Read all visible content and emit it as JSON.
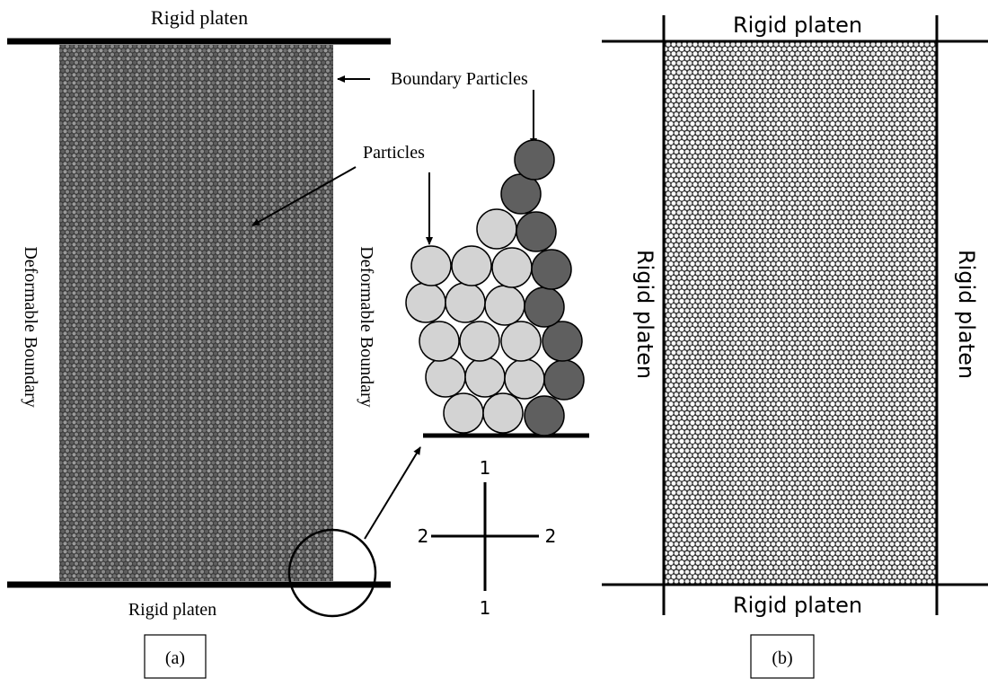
{
  "panel_a": {
    "top_platen_label": "Rigid platen",
    "bottom_platen_label": "Rigid platen",
    "boundary_particles_label": "Boundary Particles",
    "particles_label": "Particles",
    "left_boundary_label": "Deformable Boundary",
    "right_boundary_label": "Deformable Boundary",
    "caption": "(a)",
    "axes": {
      "top": "1",
      "bottom": "1",
      "left": "2",
      "right": "2"
    }
  },
  "panel_b": {
    "top_label": "Rigid platen",
    "bottom_label": "Rigid platen",
    "left_label": "Rigid platen",
    "right_label": "Rigid platen",
    "caption": "(b)"
  },
  "colors": {
    "interior_particle": "#d3d3d3",
    "boundary_particle": "#5f5f5f",
    "line": "#000000"
  }
}
